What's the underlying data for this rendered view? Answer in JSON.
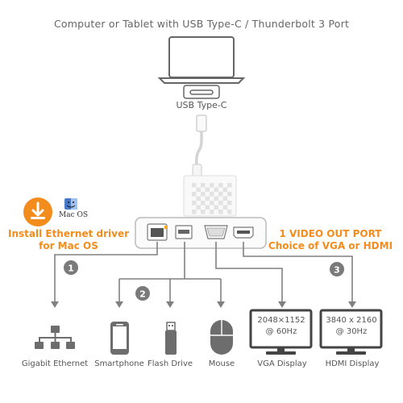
{
  "header": {
    "title": "Computer or Tablet with USB Type-C / Thunderbolt 3 Port"
  },
  "port": {
    "label": "USB Type-C"
  },
  "left_note": {
    "macos_label": "Mac OS",
    "line1": "Install Ethernet driver",
    "line2": "for Mac OS"
  },
  "right_note": {
    "line1": "1 VIDEO OUT PORT",
    "line2": "Choice of VGA or HDMI"
  },
  "markers": [
    "1",
    "2",
    "3"
  ],
  "devices": [
    {
      "label": "Gigabit Ethernet",
      "icon": "network-icon"
    },
    {
      "label": "Smartphone",
      "icon": "smartphone-icon"
    },
    {
      "label": "Flash Drive",
      "icon": "flash-drive-icon"
    },
    {
      "label": "Mouse",
      "icon": "mouse-icon"
    },
    {
      "label": "VGA Display",
      "icon": "vga-monitor-icon",
      "spec1": "2048×1152",
      "spec2": "@ 60Hz"
    },
    {
      "label": "HDMI Display",
      "icon": "hdmi-monitor-icon",
      "spec1": "3840 x 2160",
      "spec2": "@ 30Hz"
    }
  ],
  "colors": {
    "accent": "#f28c1d",
    "line": "#808080",
    "marker": "#7a7a7a",
    "icon": "#6d6d6d"
  }
}
